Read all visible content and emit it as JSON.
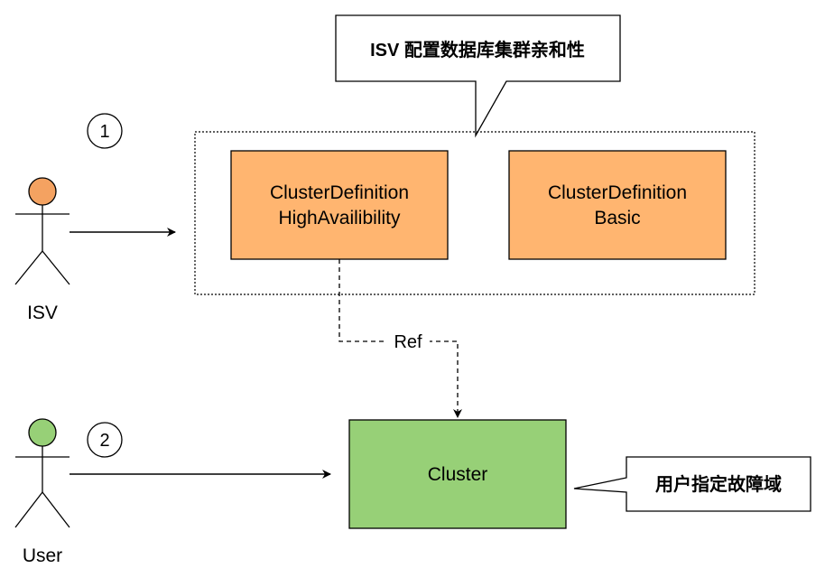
{
  "actors": {
    "isv": {
      "label": "ISV",
      "head_color": "#F4A261"
    },
    "user": {
      "label": "User",
      "head_color": "#97D077"
    }
  },
  "steps": {
    "one": "1",
    "two": "2"
  },
  "callouts": {
    "isv_affinity": "ISV 配置数据库集群亲和性",
    "user_fault_domain": "用户指定故障域"
  },
  "boxes": {
    "cd_ha": {
      "line1": "ClusterDefinition",
      "line2": "HighAvailibility"
    },
    "cd_basic": {
      "line1": "ClusterDefinition",
      "line2": "Basic"
    },
    "cluster": {
      "label": "Cluster"
    }
  },
  "edges": {
    "ref_label": "Ref"
  },
  "colors": {
    "orange_fill": "#FFB570",
    "green_fill": "#97D077",
    "stroke": "#000000"
  }
}
